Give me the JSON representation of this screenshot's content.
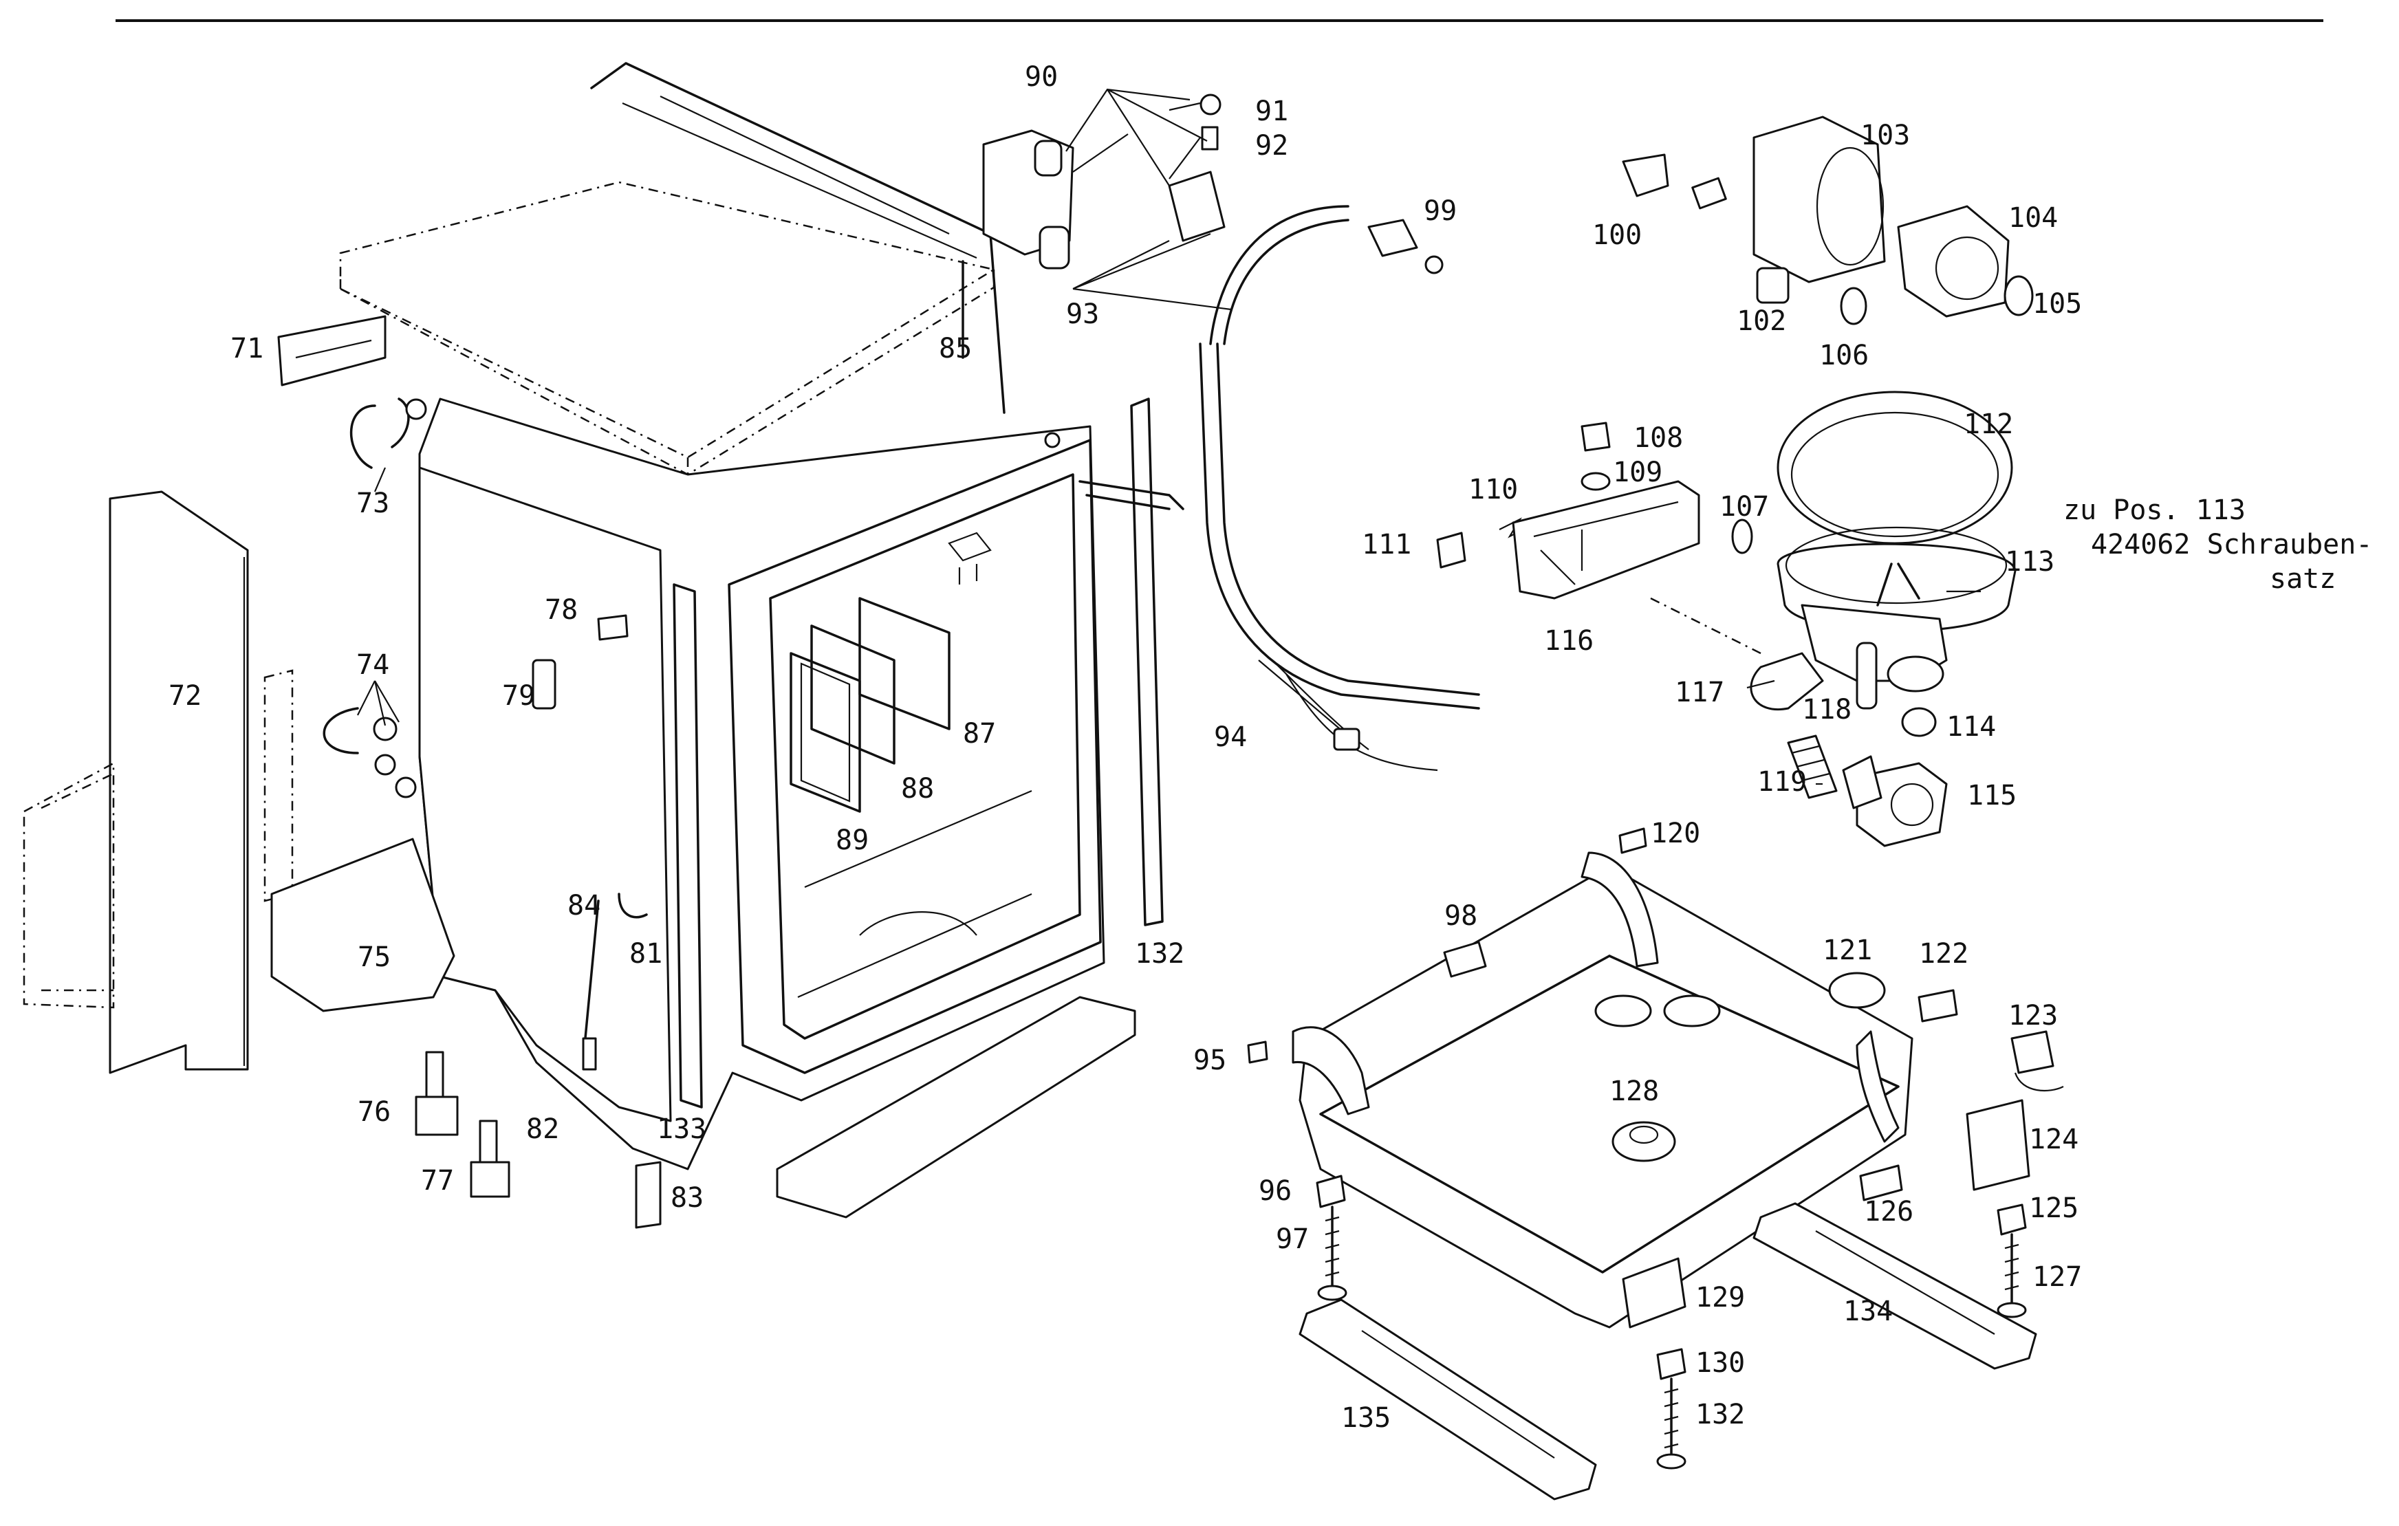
{
  "labels": [
    {
      "id": "71",
      "text": "71"
    },
    {
      "id": "72",
      "text": "72"
    },
    {
      "id": "73",
      "text": "73"
    },
    {
      "id": "74",
      "text": "74"
    },
    {
      "id": "75",
      "text": "75"
    },
    {
      "id": "76",
      "text": "76"
    },
    {
      "id": "77",
      "text": "77"
    },
    {
      "id": "78",
      "text": "78"
    },
    {
      "id": "79",
      "text": "79"
    },
    {
      "id": "81",
      "text": "81"
    },
    {
      "id": "82",
      "text": "82"
    },
    {
      "id": "83",
      "text": "83"
    },
    {
      "id": "84",
      "text": "84"
    },
    {
      "id": "85",
      "text": "85"
    },
    {
      "id": "87",
      "text": "87"
    },
    {
      "id": "88",
      "text": "88"
    },
    {
      "id": "89",
      "text": "89"
    },
    {
      "id": "90",
      "text": "90"
    },
    {
      "id": "91",
      "text": "91"
    },
    {
      "id": "92",
      "text": "92"
    },
    {
      "id": "93",
      "text": "93"
    },
    {
      "id": "94",
      "text": "94"
    },
    {
      "id": "95",
      "text": "95"
    },
    {
      "id": "96",
      "text": "96"
    },
    {
      "id": "97",
      "text": "97"
    },
    {
      "id": "98",
      "text": "98"
    },
    {
      "id": "99",
      "text": "99"
    },
    {
      "id": "100",
      "text": "100"
    },
    {
      "id": "102",
      "text": "102"
    },
    {
      "id": "103",
      "text": "103"
    },
    {
      "id": "104",
      "text": "104"
    },
    {
      "id": "105",
      "text": "105"
    },
    {
      "id": "106",
      "text": "106"
    },
    {
      "id": "107",
      "text": "107"
    },
    {
      "id": "108",
      "text": "108"
    },
    {
      "id": "109",
      "text": "109"
    },
    {
      "id": "110",
      "text": "110"
    },
    {
      "id": "111",
      "text": "111"
    },
    {
      "id": "112",
      "text": "112"
    },
    {
      "id": "113",
      "text": "113"
    },
    {
      "id": "114",
      "text": "114"
    },
    {
      "id": "115",
      "text": "115"
    },
    {
      "id": "116",
      "text": "116"
    },
    {
      "id": "117",
      "text": "117"
    },
    {
      "id": "118",
      "text": "118"
    },
    {
      "id": "119",
      "text": "119"
    },
    {
      "id": "120",
      "text": "120"
    },
    {
      "id": "121",
      "text": "121"
    },
    {
      "id": "122",
      "text": "122"
    },
    {
      "id": "123",
      "text": "123"
    },
    {
      "id": "124",
      "text": "124"
    },
    {
      "id": "125",
      "text": "125"
    },
    {
      "id": "126",
      "text": "126"
    },
    {
      "id": "127",
      "text": "127"
    },
    {
      "id": "128",
      "text": "128"
    },
    {
      "id": "129",
      "text": "129"
    },
    {
      "id": "130",
      "text": "130"
    },
    {
      "id": "132a",
      "text": "132"
    },
    {
      "id": "132b",
      "text": "132"
    },
    {
      "id": "133",
      "text": "133"
    },
    {
      "id": "134",
      "text": "134"
    },
    {
      "id": "135",
      "text": "135"
    }
  ],
  "note": {
    "line1": "zu Pos. 113",
    "line2": "424062 Schrauben-",
    "line3": "satz"
  }
}
